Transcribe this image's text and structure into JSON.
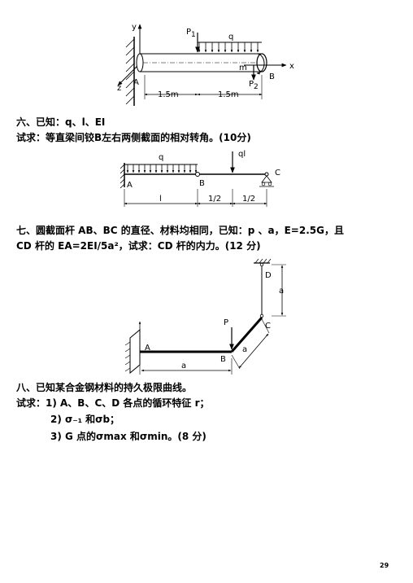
{
  "fig1": {
    "y": "y",
    "P1": "P",
    "P1_sub": "1",
    "q": "q",
    "m": "m",
    "x": "x",
    "P2": "P",
    "P2_sub": "2",
    "B": "B",
    "z": "z",
    "A": "A",
    "dim1": "1.5m",
    "dim2": "1.5m"
  },
  "q6": {
    "line1": "六、已知：q、l、EI",
    "line2": "试求：等直梁间铰B左右两侧截面的相对转角。(10分)"
  },
  "fig2": {
    "q": "q",
    "ql": "ql",
    "A": "A",
    "B": "B",
    "C": "C",
    "dim_l": "l",
    "half": "1/2"
  },
  "q7": {
    "line1": "七、圆截面杆 AB、BC 的直径、材料均相同，已知：p 、a，E=2.5G，且",
    "line2": "CD 杆的 EA=2EI/5a²，试求：CD 杆的内力。(12 分)"
  },
  "fig3": {
    "D": "D",
    "a_vert": "a",
    "P": "P",
    "C": "C",
    "A": "A",
    "B": "B",
    "a_diag": "a",
    "a_horiz": "a"
  },
  "q8": {
    "line1": "八、已知某合金钢材料的持久极限曲线。",
    "line2": "试求：1) A、B、C、D 各点的循环特征 r；",
    "line3": "2) σ₋₁ 和σb；",
    "line4": "3) G 点的σmax 和σmin。(8 分)"
  },
  "page_number": "29"
}
